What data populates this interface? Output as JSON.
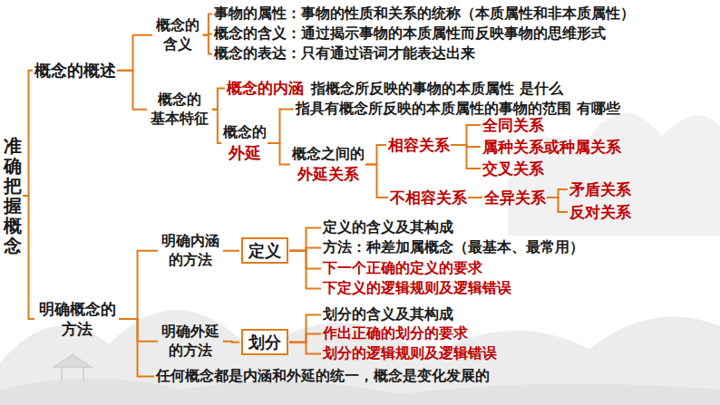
{
  "diagram": {
    "nodes": [
      {
        "text": [
          "准确把握概念"
        ]
      },
      {
        "text": [
          "概念的概述"
        ]
      },
      {
        "text": [
          "概念的 含义"
        ]
      },
      {
        "text": [
          "事物的属性：事物的性质和关系的统称（本质属性和非本质属性）"
        ]
      },
      {
        "text": [
          "概念的含义：通过揭示事物的本质属性而反映事物的思维形式"
        ]
      },
      {
        "text": [
          "概念的表达：只有通过语词才能表达出来"
        ]
      },
      {
        "text": [
          "概念的 基本特征"
        ]
      },
      {
        "text": [
          "概念的内涵",
          "指概念所反映的事物的本质属性 是什么"
        ]
      },
      {
        "text": [
          "概念的",
          "外延"
        ]
      },
      {
        "text": [
          "指具有概念所反映的本质属性的事物的范围 有哪些"
        ]
      },
      {
        "text": [
          "概念之间的",
          "外延关系"
        ]
      },
      {
        "text": [
          "相容关系"
        ]
      },
      {
        "text": [
          "全同关系"
        ]
      },
      {
        "text": [
          "属种关系或种属关系"
        ]
      },
      {
        "text": [
          "交叉关系"
        ]
      },
      {
        "text": [
          "不相容关系"
        ]
      },
      {
        "text": [
          "全异关系"
        ]
      },
      {
        "text": [
          "矛盾关系"
        ]
      },
      {
        "text": [
          "反对关系"
        ]
      },
      {
        "text": [
          "明确概念的 方法"
        ]
      },
      {
        "text": [
          "明确内涵 的方法"
        ]
      },
      {
        "text": [
          "定义"
        ]
      },
      {
        "text": [
          "定义的含义及其构成"
        ]
      },
      {
        "text": [
          "方法：种差加属概念（最基本、最常用）"
        ]
      },
      {
        "text": [
          "下一个正确的定义的要求"
        ]
      },
      {
        "text": [
          "下定义的逻辑规则及逻辑错误"
        ]
      },
      {
        "text": [
          "明确外延 的方法"
        ]
      },
      {
        "text": [
          "划分"
        ]
      },
      {
        "text": [
          "划分的含义及其构成"
        ]
      },
      {
        "text": [
          "作出正确的划分的要求"
        ]
      },
      {
        "text": [
          "划分的逻辑规则及逻辑错误"
        ]
      },
      {
        "text": [
          "任何概念都是内涵和外延的统一，概念是变化发展的"
        ]
      }
    ],
    "edges": [
      {
        "from": 0,
        "to": 1,
        "arrow": "none"
      },
      {
        "from": 0,
        "to": 19,
        "arrow": "none"
      },
      {
        "from": 1,
        "to": 2,
        "arrow": "none"
      },
      {
        "from": 1,
        "to": 6,
        "arrow": "none"
      },
      {
        "from": 2,
        "to": 3,
        "arrow": "none"
      },
      {
        "from": 2,
        "to": 4,
        "arrow": "none"
      },
      {
        "from": 2,
        "to": 5,
        "arrow": "none"
      },
      {
        "from": 6,
        "to": 7,
        "arrow": "none"
      },
      {
        "from": 6,
        "to": 8,
        "arrow": "none"
      },
      {
        "from": 8,
        "to": 9,
        "arrow": "none"
      },
      {
        "from": 8,
        "to": 10,
        "arrow": "none"
      },
      {
        "from": 10,
        "to": 11,
        "arrow": "none"
      },
      {
        "from": 10,
        "to": 15,
        "arrow": "none"
      },
      {
        "from": 11,
        "to": 12,
        "arrow": "none"
      },
      {
        "from": 11,
        "to": 13,
        "arrow": "none"
      },
      {
        "from": 11,
        "to": 14,
        "arrow": "none"
      },
      {
        "from": 15,
        "to": 16,
        "arrow": "none"
      },
      {
        "from": 16,
        "to": 17,
        "arrow": "none"
      },
      {
        "from": 16,
        "to": 18,
        "arrow": "none"
      },
      {
        "from": 19,
        "to": 20,
        "arrow": "none"
      },
      {
        "from": 19,
        "to": 26,
        "arrow": "none"
      },
      {
        "from": 19,
        "to": 31,
        "arrow": "none"
      },
      {
        "from": 20,
        "to": 21,
        "arrow": "none"
      },
      {
        "from": 21,
        "to": 22,
        "arrow": "none"
      },
      {
        "from": 21,
        "to": 23,
        "arrow": "none"
      },
      {
        "from": 21,
        "to": 24,
        "arrow": "none"
      },
      {
        "from": 21,
        "to": 25,
        "arrow": "none"
      },
      {
        "from": 26,
        "to": 27,
        "arrow": "none"
      },
      {
        "from": 27,
        "to": 28,
        "arrow": "none"
      },
      {
        "from": 27,
        "to": 29,
        "arrow": "none"
      },
      {
        "from": 27,
        "to": 30,
        "arrow": "none"
      }
    ]
  }
}
